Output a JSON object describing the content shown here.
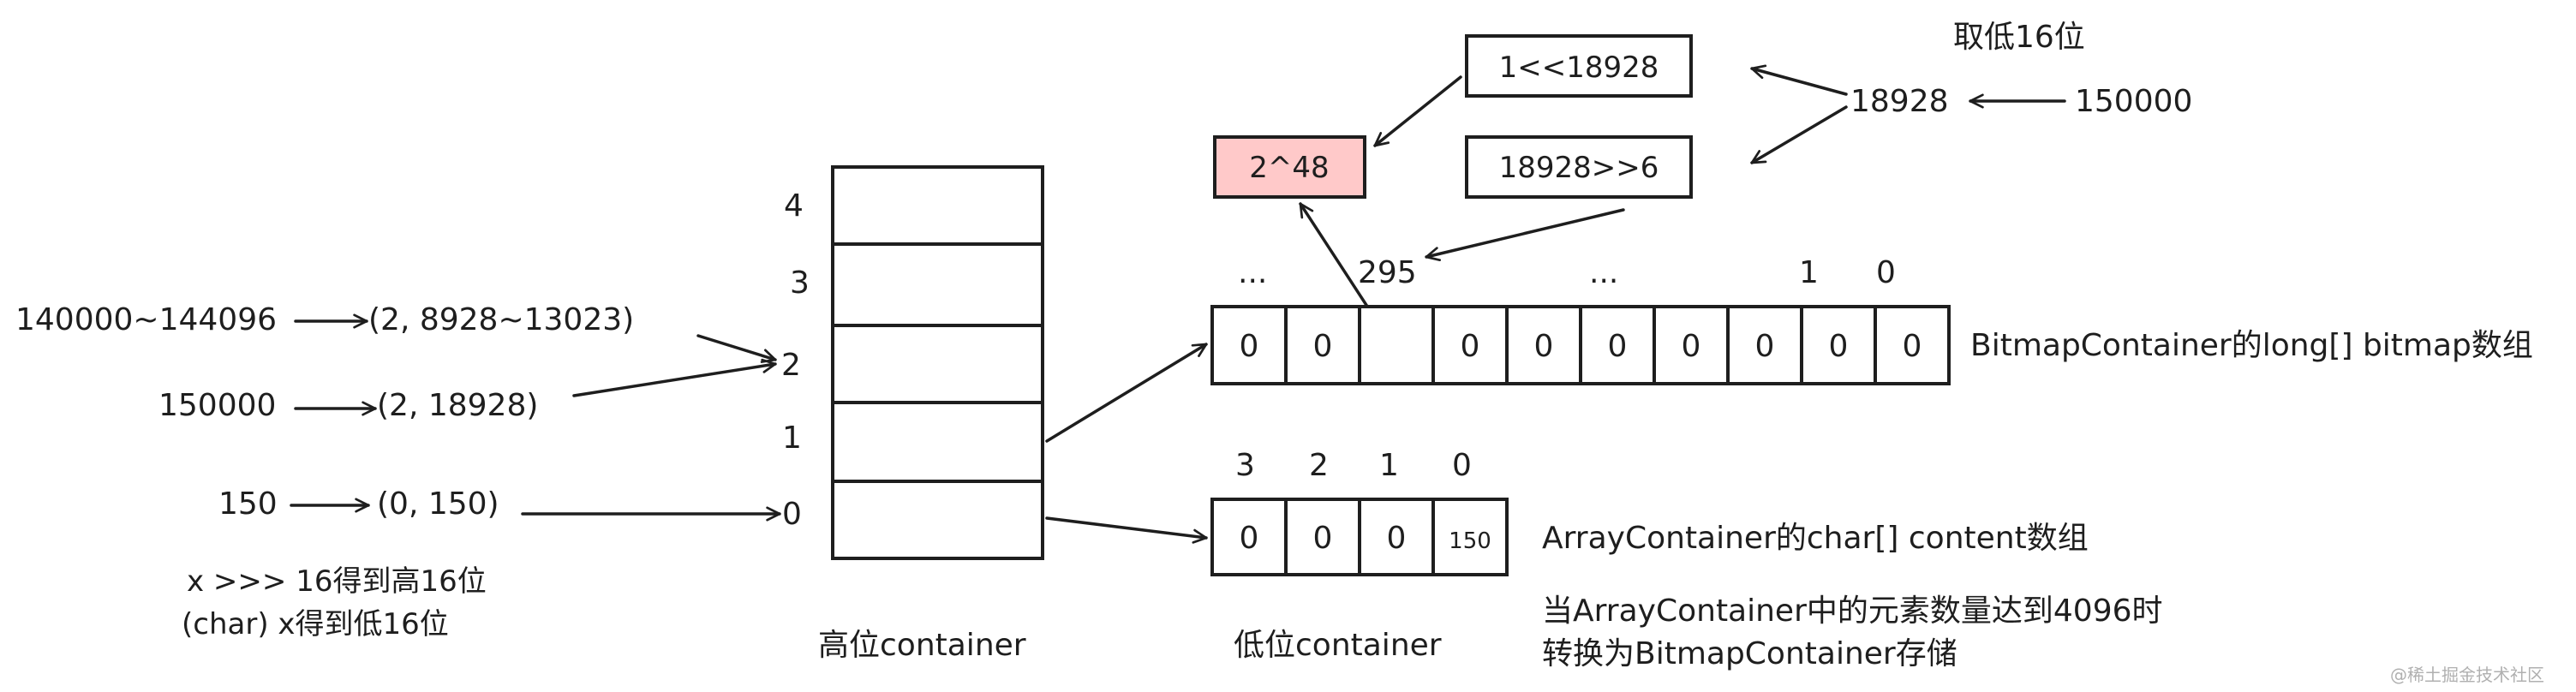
{
  "left_mappings": [
    {
      "input": "140000~144096",
      "pair": "(2, 8928~13023)"
    },
    {
      "input": "150000",
      "pair": "(2, 18928)"
    },
    {
      "input": "150",
      "pair": "(0, 150)"
    }
  ],
  "notes": {
    "shift": "x >>> 16得到高16位",
    "cast": "(char) x得到低16位"
  },
  "high_container": {
    "indices": [
      "4",
      "3",
      "2",
      "1",
      "0"
    ],
    "caption": "高位container"
  },
  "low_container_caption": "低位container",
  "top": {
    "box_shift_left": "1<<18928",
    "box_shift_right": "18928>>6",
    "result": "2^48",
    "middle_value": "18928",
    "source_value": "150000",
    "take_low16": "取低16位"
  },
  "bitmap": {
    "indices": [
      "...",
      "295",
      "...",
      "1",
      "0"
    ],
    "cells": [
      "0",
      "0",
      "",
      "0",
      "0",
      "0",
      "0",
      "0",
      "0",
      "0"
    ],
    "highlight_index": 2,
    "label": "BitmapContainer的long[] bitmap数组"
  },
  "array": {
    "indices": [
      "3",
      "2",
      "1",
      "0"
    ],
    "cells": [
      "0",
      "0",
      "0",
      "150"
    ],
    "highlight_index": 3,
    "label": "ArrayContainer的char[] content数组",
    "note_line1": "当ArrayContainer中的元素数量达到4096时",
    "note_line2": "转换为BitmapContainer存储"
  },
  "watermark": "@稀土掘金技术社区",
  "colors": {
    "highlight": "#ffc9c9",
    "stroke": "#1e1e1e"
  }
}
